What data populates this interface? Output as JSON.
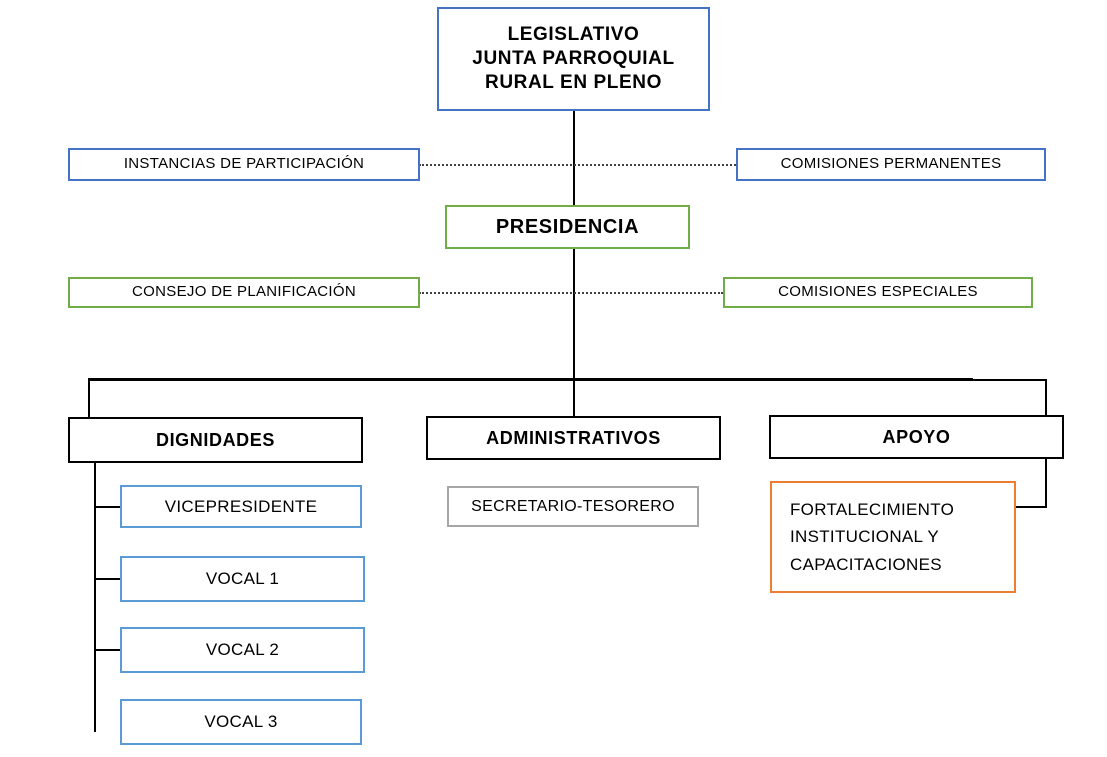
{
  "chart_data": {
    "type": "diagram",
    "title": "Organigrama - Junta Parroquial Rural",
    "diagram_kind": "organizational-chart",
    "language": "es",
    "nodes": [
      {
        "id": "legislativo",
        "label": "LEGISLATIVO JUNTA PARROQUIAL RURAL EN PLENO",
        "level": 0,
        "border_color": "#4472C4"
      },
      {
        "id": "instancias",
        "label": "INSTANCIAS DE PARTICIPACIÓN",
        "level": 1,
        "border_color": "#4472C4"
      },
      {
        "id": "comisiones_permanentes",
        "label": "COMISIONES PERMANENTES",
        "level": 1,
        "border_color": "#4472C4"
      },
      {
        "id": "presidencia",
        "label": "PRESIDENCIA",
        "level": 1,
        "border_color": "#70AD47"
      },
      {
        "id": "consejo_planificacion",
        "label": "CONSEJO DE PLANIFICACIÓN",
        "level": 2,
        "border_color": "#70AD47"
      },
      {
        "id": "comisiones_especiales",
        "label": "COMISIONES ESPECIALES",
        "level": 2,
        "border_color": "#70AD47"
      },
      {
        "id": "dignidades",
        "label": "DIGNIDADES",
        "level": 3,
        "border_color": "#000000"
      },
      {
        "id": "administrativos",
        "label": "ADMINISTRATIVOS",
        "level": 3,
        "border_color": "#000000"
      },
      {
        "id": "apoyo",
        "label": "APOYO",
        "level": 3,
        "border_color": "#000000"
      },
      {
        "id": "vicepresidente",
        "label": "VICEPRESIDENTE",
        "level": 4,
        "border_color": "#5B9BD5"
      },
      {
        "id": "vocal1",
        "label": "VOCAL 1",
        "level": 4,
        "border_color": "#5B9BD5"
      },
      {
        "id": "vocal2",
        "label": "VOCAL 2",
        "level": 4,
        "border_color": "#5B9BD5"
      },
      {
        "id": "vocal3",
        "label": "VOCAL 3",
        "level": 4,
        "border_color": "#5B9BD5"
      },
      {
        "id": "secretario",
        "label": "SECRETARIO-TESORERO",
        "level": 4,
        "border_color": "#A6A6A6"
      },
      {
        "id": "fortalecimiento",
        "label": "FORTALECIMIENTO INSTITUCIONAL Y CAPACITACIONES",
        "level": 4,
        "border_color": "#ED7D31"
      }
    ],
    "edges": [
      {
        "from": "legislativo",
        "to": "presidencia",
        "style": "solid"
      },
      {
        "from": "instancias",
        "to": "comisiones_permanentes",
        "style": "dotted"
      },
      {
        "from": "consejo_planificacion",
        "to": "comisiones_especiales",
        "style": "dotted"
      },
      {
        "from": "presidencia",
        "to": "dignidades",
        "style": "solid"
      },
      {
        "from": "presidencia",
        "to": "administrativos",
        "style": "solid"
      },
      {
        "from": "presidencia",
        "to": "apoyo",
        "style": "solid"
      },
      {
        "from": "dignidades",
        "to": "vicepresidente",
        "style": "solid"
      },
      {
        "from": "dignidades",
        "to": "vocal1",
        "style": "solid"
      },
      {
        "from": "dignidades",
        "to": "vocal2",
        "style": "solid"
      },
      {
        "from": "dignidades",
        "to": "vocal3",
        "style": "solid"
      },
      {
        "from": "apoyo",
        "to": "fortalecimiento",
        "style": "solid"
      }
    ]
  },
  "colors": {
    "blue_dark": "#4472C4",
    "blue_light": "#5B9BD5",
    "green": "#70AD47",
    "black": "#000000",
    "gray": "#A6A6A6",
    "orange": "#ED7D31",
    "background": "#FFFFFF"
  },
  "nodes": {
    "legislativo": {
      "line1": "LEGISLATIVO",
      "line2": "JUNTA PARROQUIAL",
      "line3": "RURAL EN PLENO"
    },
    "instancias": {
      "label": "INSTANCIAS DE PARTICIPACIÓN"
    },
    "comisiones_permanentes": {
      "label": "COMISIONES  PERMANENTES"
    },
    "presidencia": {
      "label": "PRESIDENCIA"
    },
    "consejo_planificacion": {
      "label": "CONSEJO DE PLANIFICACIÓN"
    },
    "comisiones_especiales": {
      "label": "COMISIONES  ESPECIALES"
    },
    "dignidades": {
      "label": "DIGNIDADES"
    },
    "administrativos": {
      "label": "ADMINISTRATIVOS"
    },
    "apoyo": {
      "label": "APOYO"
    },
    "vicepresidente": {
      "label": "VICEPRESIDENTE"
    },
    "vocal1": {
      "label": "VOCAL 1"
    },
    "vocal2": {
      "label": "VOCAL 2"
    },
    "vocal3": {
      "label": "VOCAL 3"
    },
    "secretario": {
      "label": "SECRETARIO-TESORERO"
    },
    "fortalecimiento": {
      "line1": "FORTALECIMIENTO",
      "line2": "INSTITUCIONAL   Y",
      "line3": "CAPACITACIONES"
    }
  }
}
